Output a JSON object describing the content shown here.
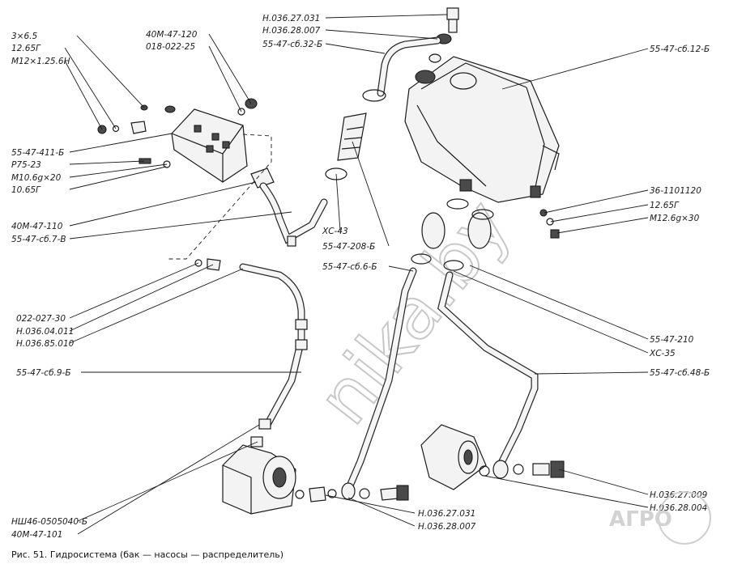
{
  "caption": "Рис. 51. Гидросистема (бак — насосы — распределитель)",
  "watermark": "nika.by",
  "corner_logo": "АГРО",
  "labels_left": [
    "3×6.5",
    "12.65Г",
    "М12×1.25.6Н",
    "40М-47-120",
    "018-022-25",
    "55-47-411-Б",
    "Р75-23",
    "М10.6g×20",
    "10.65Г",
    "40М-47-110",
    "55-47-сб.7-В",
    "022-027-30",
    "Н.036.04.011",
    "Н.036.85.010",
    "55-47-сб.9-Б",
    "НШ46-0505040-Б",
    "40М-47-101"
  ],
  "labels_center": [
    "Н.036.27.031",
    "Н.036.28.007",
    "55-47-сб.32-Б",
    "ХС-43",
    "55-47-208-Б",
    "55-47-сб.6-Б",
    "Н.036.27.031",
    "Н.036.28.007"
  ],
  "labels_right": [
    "55-47-сб.12-Б",
    "36-1101120",
    "12.65Г",
    "М12.6g×30",
    "55-47-210",
    "ХС-35",
    "55-47-сб.48-Б",
    "Н.036.27.009",
    "Н.036.28.004"
  ]
}
